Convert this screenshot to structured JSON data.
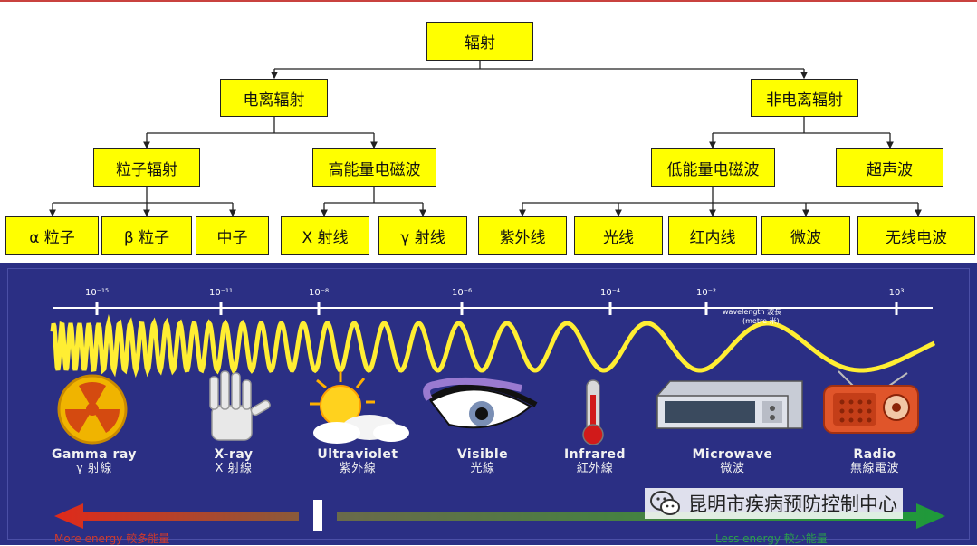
{
  "tree": {
    "root": "辐射",
    "level1": [
      "电离辐射",
      "非电离辐射"
    ],
    "level2": [
      "粒子辐射",
      "高能量电磁波",
      "低能量电磁波",
      "超声波"
    ],
    "leaves": [
      "α 粒子",
      "β 粒子",
      "中子",
      "X 射线",
      "γ 射线",
      "紫外线",
      "光线",
      "红内线",
      "微波",
      "无线电波"
    ]
  },
  "spectrum": {
    "ticks": [
      "10⁻¹⁵",
      "10⁻¹¹",
      "10⁻⁸",
      "10⁻⁶",
      "10⁻⁴",
      "10⁻²",
      "10³"
    ],
    "wavelength_label": "wavelength 波長",
    "wavelength_unit": "(metre 米)",
    "bands": [
      {
        "en": "Gamma ray",
        "zh": "γ 射線",
        "icon": "radiation-icon"
      },
      {
        "en": "X-ray",
        "zh": "X 射線",
        "icon": "hand-xray-icon"
      },
      {
        "en": "Ultraviolet",
        "zh": "紫外線",
        "icon": "sun-cloud-icon"
      },
      {
        "en": "Visible",
        "zh": "光線",
        "icon": "eye-icon"
      },
      {
        "en": "Infrared",
        "zh": "紅外線",
        "icon": "thermometer-icon"
      },
      {
        "en": "Microwave",
        "zh": "微波",
        "icon": "microwave-icon"
      },
      {
        "en": "Radio",
        "zh": "無線電波",
        "icon": "radio-icon"
      }
    ],
    "more_energy": "More energy 較多能量",
    "less_energy": "Less energy 較少能量"
  },
  "watermark": "昆明市疾病预防控制中心",
  "colors": {
    "box": "#ffff00",
    "panel": "#2b2f84",
    "wave": "#ffee33",
    "arrow_left": "#e02a1a",
    "arrow_right": "#1e9a3a"
  }
}
